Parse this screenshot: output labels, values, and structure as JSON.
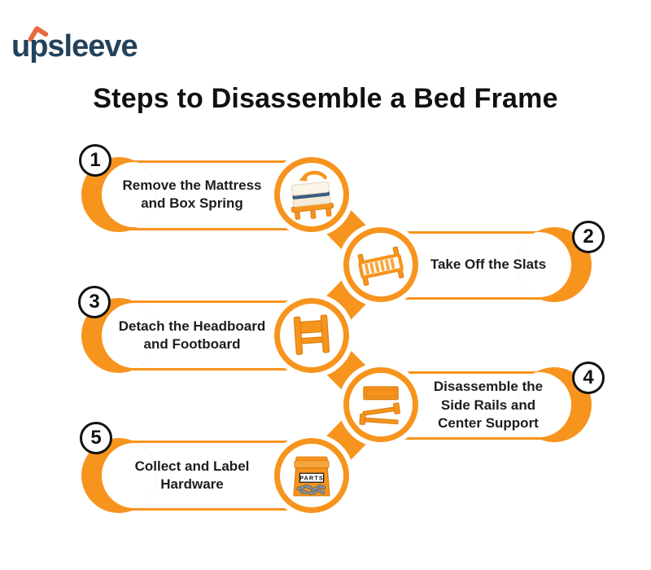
{
  "logo": {
    "text": "upsleeve"
  },
  "title": "Steps to Disassemble a Bed Frame",
  "colors": {
    "accent_orange": "#F7941E",
    "accent_orange_dark": "#DB7E0E",
    "logo_navy": "#24425A",
    "logo_caret_orange": "#E96840",
    "text_dark": "#1D1D1D",
    "mattress_cream": "#FAF5E7",
    "mattress_stripe_navy": "#3E5C82",
    "screws_gray": "#8A8F98"
  },
  "steps": [
    {
      "number": "1",
      "side": "left",
      "label": "Remove the Mattress and Box Spring",
      "lines": [
        "Remove the Mattress",
        "and Box Spring"
      ],
      "icon": "mattress-and-box-spring-icon"
    },
    {
      "number": "2",
      "side": "right",
      "label": "Take Off the Slats",
      "lines": [
        "Take Off the Slats"
      ],
      "icon": "bed-slats-icon"
    },
    {
      "number": "3",
      "side": "left",
      "label": "Detach the Headboard and Footboard",
      "lines": [
        "Detach the Headboard",
        "and Footboard"
      ],
      "icon": "headboard-and-footboard-icon"
    },
    {
      "number": "4",
      "side": "right",
      "label": "Disassemble the Side Rails and Center Support",
      "lines": [
        "Disassemble the",
        "Side Rails and",
        "Center Support"
      ],
      "icon": "side-rails-and-center-support-icon"
    },
    {
      "number": "5",
      "side": "left",
      "label": "Collect and Label Hardware",
      "lines": [
        "Collect and Label",
        "Hardware"
      ],
      "icon": "hardware-parts-bag-icon",
      "bag_label": "PARTS"
    }
  ]
}
